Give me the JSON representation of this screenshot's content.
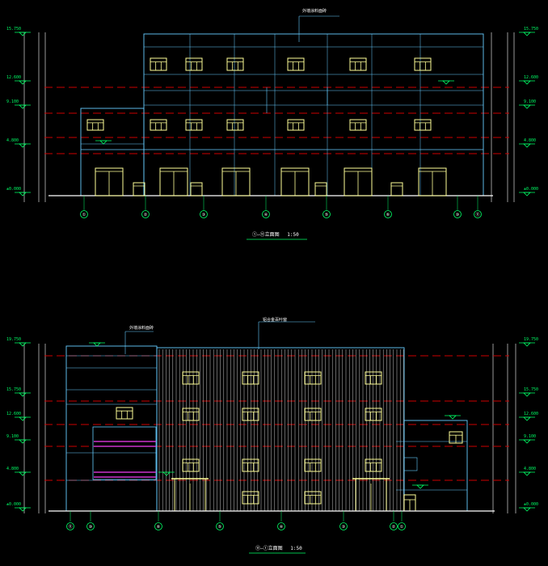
{
  "colors": {
    "background": "#000000",
    "outline": "#66ccff",
    "window": "#ffff99",
    "datum": "#cc0000",
    "axis": "#00ff66",
    "level": "#00ff66",
    "text": "#ffffff",
    "railing": "#cc33cc"
  },
  "elevation_1": {
    "title": "①—⑪立面图",
    "scale": "1:50",
    "note": "外墙涂料面砖",
    "axes": [
      "①",
      "②",
      "③",
      "④",
      "⑤",
      "⑥",
      "⑩",
      "⑪"
    ],
    "levels_left": [
      "15.750",
      "12.600",
      "9.100",
      "4.800",
      "±0.000"
    ],
    "levels_right": [
      "15.750",
      "12.600",
      "9.100",
      "4.800",
      "±0.000"
    ]
  },
  "elevation_2": {
    "title": "⑪—①立面图",
    "scale": "1:50",
    "note": "铝合金百叶窗",
    "note2": "外墙涂料面砖",
    "axes": [
      "⑪",
      "⑩",
      "⑥",
      "⑤",
      "④",
      "③",
      "②",
      "①"
    ],
    "levels_left": [
      "19.750",
      "15.750",
      "12.600",
      "9.100",
      "4.800",
      "±0.000"
    ],
    "levels_right": [
      "19.750",
      "15.750",
      "12.600",
      "9.100",
      "4.800",
      "±0.000"
    ]
  }
}
